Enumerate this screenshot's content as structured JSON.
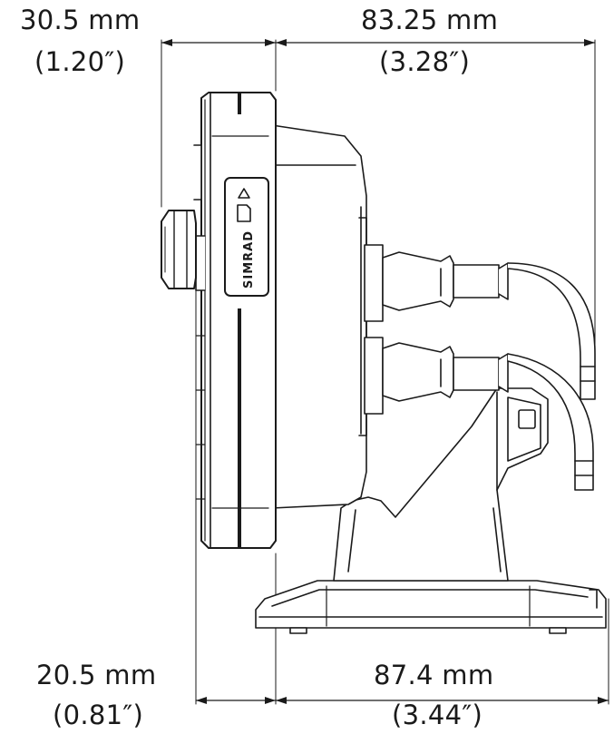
{
  "dimensions": {
    "top_left": {
      "mm": "30.5 mm",
      "inch": "(1.20″)"
    },
    "top_right": {
      "mm": "83.25 mm",
      "inch": "(3.28″)"
    },
    "bottom_left": {
      "mm": "20.5 mm",
      "inch": "(0.81″)"
    },
    "bottom_right": {
      "mm": "87.4 mm",
      "inch": "(3.44″)"
    }
  },
  "device": {
    "brand_label": "SIMRAD",
    "card_slot_icon": "sd-card-icon",
    "eject_icon": "eject-triangle-icon"
  },
  "colors": {
    "line": "#1a1a1a",
    "fill": "#ffffff",
    "shade": "#d9d9d9"
  }
}
